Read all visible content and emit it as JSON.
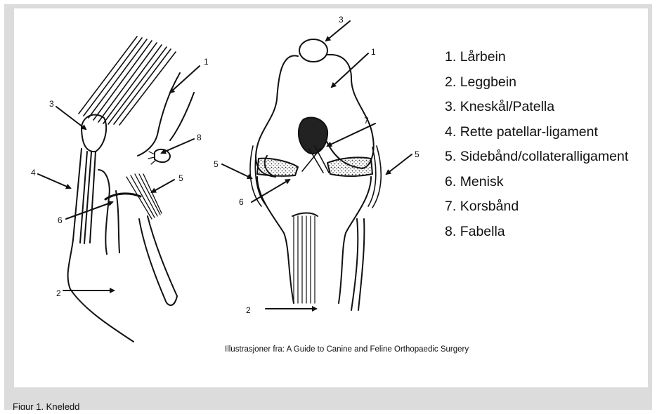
{
  "legend": [
    {
      "number": "1.",
      "label": "Lårbein"
    },
    {
      "number": "2.",
      "label": "Leggbein"
    },
    {
      "number": "3.",
      "label": "Kneskål/Patella"
    },
    {
      "number": "4.",
      "label": "Rette patellar-ligament"
    },
    {
      "number": "5.",
      "label": "Sidebånd/collateralligament"
    },
    {
      "number": "6.",
      "label": "Menisk"
    },
    {
      "number": "7.",
      "label": "Korsbånd"
    },
    {
      "number": "8.",
      "label": "Fabella"
    }
  ],
  "credit": "Illustrasjoner fra: A Guide to Canine and Feline Orthopaedic Surgery",
  "figure_caption": "Figur 1. Kneledd",
  "side_view_labels": [
    "1",
    "2",
    "3",
    "4",
    "5",
    "6",
    "8"
  ],
  "front_view_labels": [
    "1",
    "2",
    "3",
    "5",
    "5",
    "6",
    "7"
  ],
  "colors": {
    "ink": "#111111",
    "background": "#ffffff",
    "page_gray": "#dcdcdc"
  }
}
